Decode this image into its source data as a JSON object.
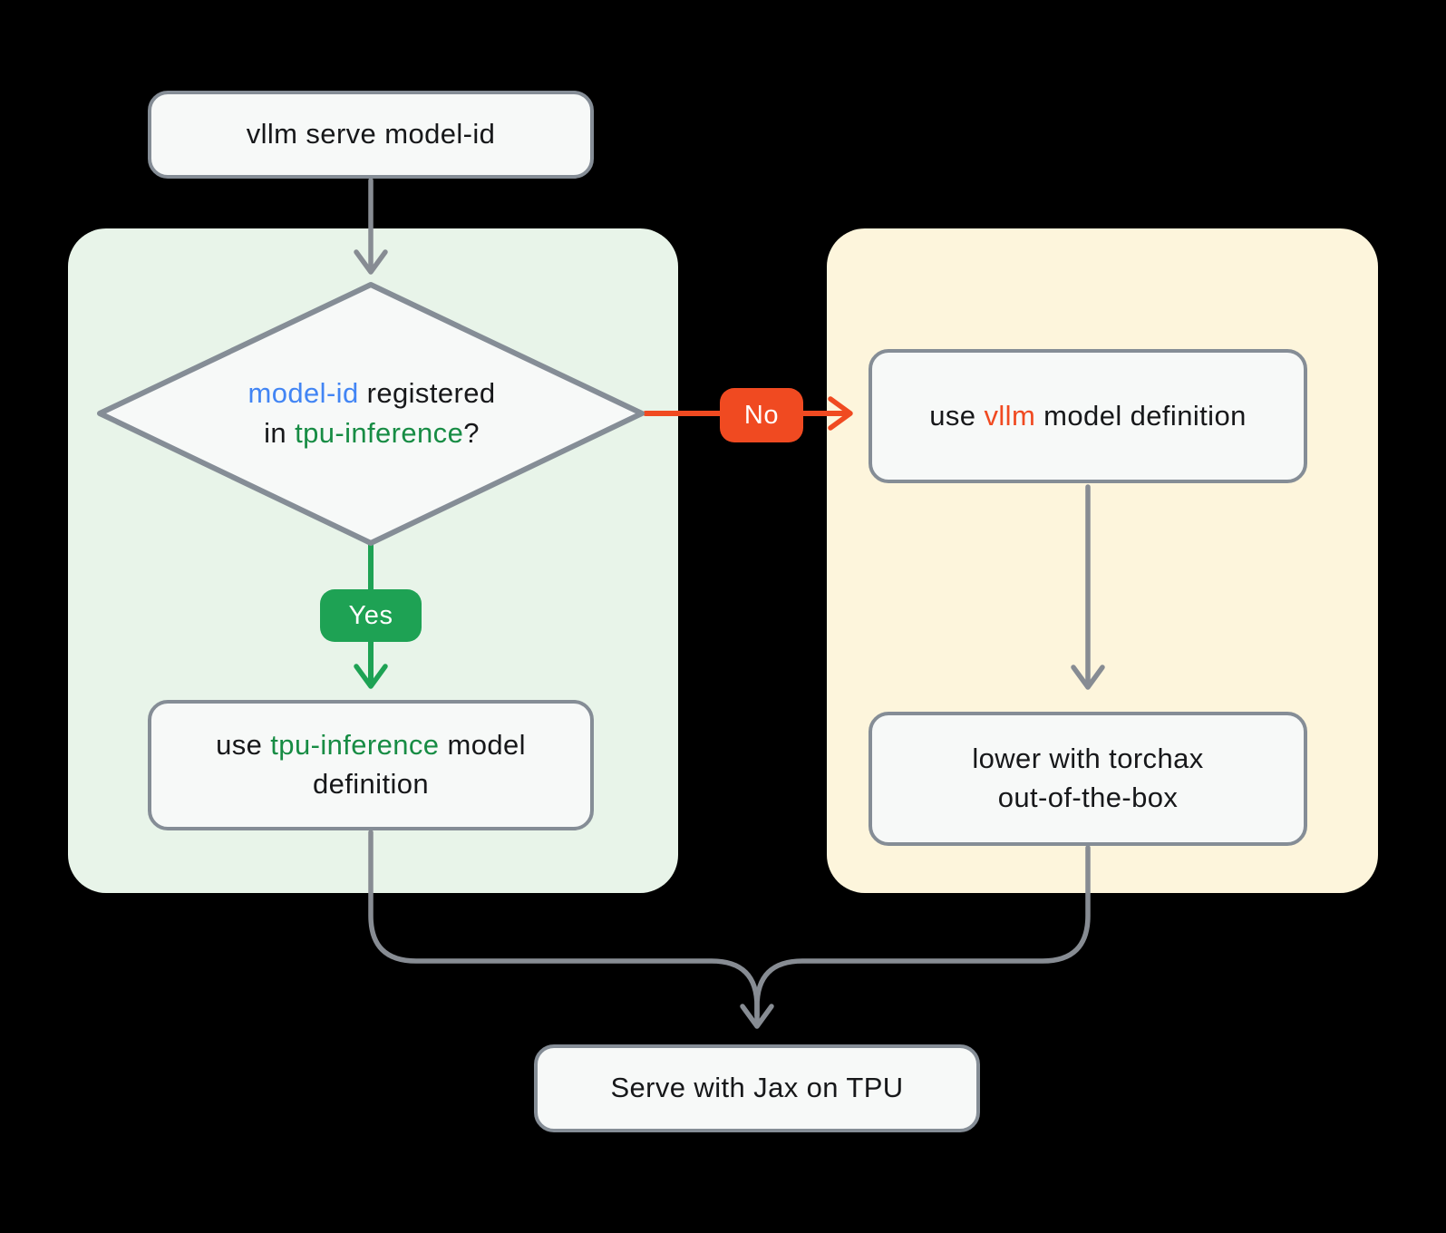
{
  "colors": {
    "background": "#000000",
    "panel_green": "#E8F4E9",
    "panel_yellow": "#FDF5DC",
    "node_fill": "#F7F9F8",
    "node_border": "#858D96",
    "arrow_gray": "#878C93",
    "accent_green": "#1EA254",
    "text_green": "#178C44",
    "accent_orange": "#F04A21",
    "text_blue": "#4285F4",
    "text_black": "#17181A",
    "badge_text": "#FFFFFF"
  },
  "nodes": {
    "start": {
      "label": "vllm serve model-id"
    },
    "decision": {
      "line1_model_id": "model-id",
      "line1_rest": " registered",
      "line2_in": "in ",
      "line2_tpu_inference": "tpu-inference",
      "line2_question": "?"
    },
    "yes_badge": {
      "label": "Yes"
    },
    "no_badge": {
      "label": "No"
    },
    "use_tpu_inference": {
      "line1_use": "use ",
      "line1_tpu_inference": "tpu-inference",
      "line1_rest": " model",
      "line2": "definition"
    },
    "use_vllm": {
      "use": "use ",
      "vllm": "vllm",
      "rest": " model definition"
    },
    "lower_torchax": {
      "line1": "lower with torchax",
      "line2": "out-of-the-box"
    },
    "serve": {
      "label": "Serve with Jax on TPU"
    }
  }
}
